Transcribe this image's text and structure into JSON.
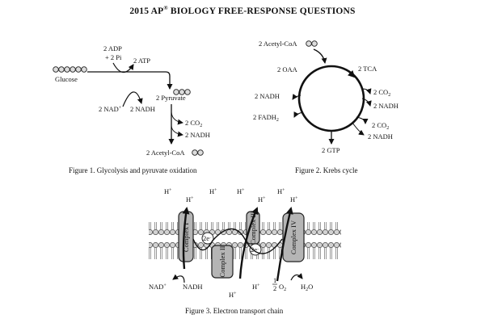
{
  "header": {
    "title_pre": "2015 AP",
    "title_reg": "®",
    "title_post": " BIOLOGY FREE-RESPONSE QUESTIONS"
  },
  "fig1": {
    "caption": "Figure 1. Glycolysis and pyruvate oxidation",
    "adp": "2 ADP",
    "pi": "+ 2 Pi",
    "atp": "2 ATP",
    "glucose": "Glucose",
    "pyruvate": "2 Pyruvate",
    "nad": "2 NAD",
    "nad_sup": "+",
    "nadh": "2 NADH",
    "co2": "2 CO",
    "co2_sub": "2",
    "nadh2": "2 NADH",
    "acetyl": "2 Acetyl-CoA"
  },
  "fig2": {
    "caption": "Figure 2. Krebs cycle",
    "acetyl": "2 Acetyl-CoA",
    "oaa": "2 OAA",
    "tca": "2 TCA",
    "co2_a": "2 CO",
    "co2_a_sub": "2",
    "nadh_a": "2 NADH",
    "nadh_left": "2 NADH",
    "fadh": "2 FADH",
    "fadh_sub": "2",
    "co2_b": "2 CO",
    "co2_b_sub": "2",
    "nadh_b": "2 NADH",
    "gtp": "2 GTP"
  },
  "fig3": {
    "caption": "Figure 3. Electron transport chain",
    "h": "H",
    "h_sup": "+",
    "complex1": "Complex I",
    "complex2": "Complex II",
    "complex3": "Complex III",
    "complex4": "Complex IV",
    "electron": "2e",
    "electron_sup": "−",
    "nad": "NAD",
    "nad_sup": "+",
    "nadh": "NADH",
    "half_num": "1",
    "half_den": "2",
    "o2": "O",
    "o2_sub": "2",
    "water": "H",
    "water_sub": "2",
    "water_o": "O"
  }
}
